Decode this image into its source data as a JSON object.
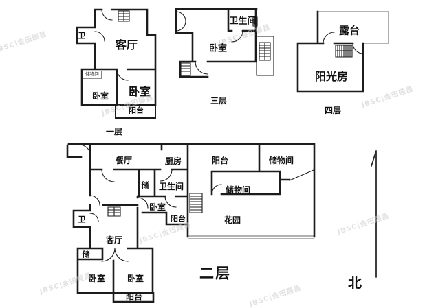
{
  "page": {
    "type": "residential-floor-plan"
  },
  "colors": {
    "wall": "#1c1c1c",
    "light_wall": "#999999",
    "background": "#ffffff",
    "watermark": "#c9c9c9",
    "text": "#111111"
  },
  "watermark": {
    "text": "JBSC|金田顾昌"
  },
  "compass": {
    "label": "北"
  },
  "floors": [
    {
      "id": "floor-1",
      "label": "一层",
      "rooms": {
        "wc": "卫",
        "living": "客厅",
        "storage": "储物间",
        "bedroom_left": "卧室",
        "bedroom_right": "卧室",
        "balcony": "阳台"
      }
    },
    {
      "id": "floor-3",
      "label": "三层",
      "rooms": {
        "bathroom": "卫生间",
        "bedroom": "卧室"
      }
    },
    {
      "id": "floor-4",
      "label": "四层",
      "rooms": {
        "terrace": "露台",
        "sunroom": "阳光房"
      }
    },
    {
      "id": "floor-2",
      "label": "二层",
      "rooms": {
        "dining": "餐厅",
        "kitchen": "厨房",
        "balcony_top": "阳台",
        "storage_top_right": "储物间",
        "storage_inner": "储物间",
        "closet_mid": "储",
        "bathroom": "卫生间",
        "bedroom_mid": "卧室",
        "balcony_mid": "阳台",
        "wc": "卫",
        "living": "客厅",
        "garden": "花园",
        "closet_bottom": "储",
        "bedroom_bottom_left": "卧室",
        "bedroom_bottom_mid": "卧室",
        "balcony_bottom": "阳台"
      }
    }
  ]
}
